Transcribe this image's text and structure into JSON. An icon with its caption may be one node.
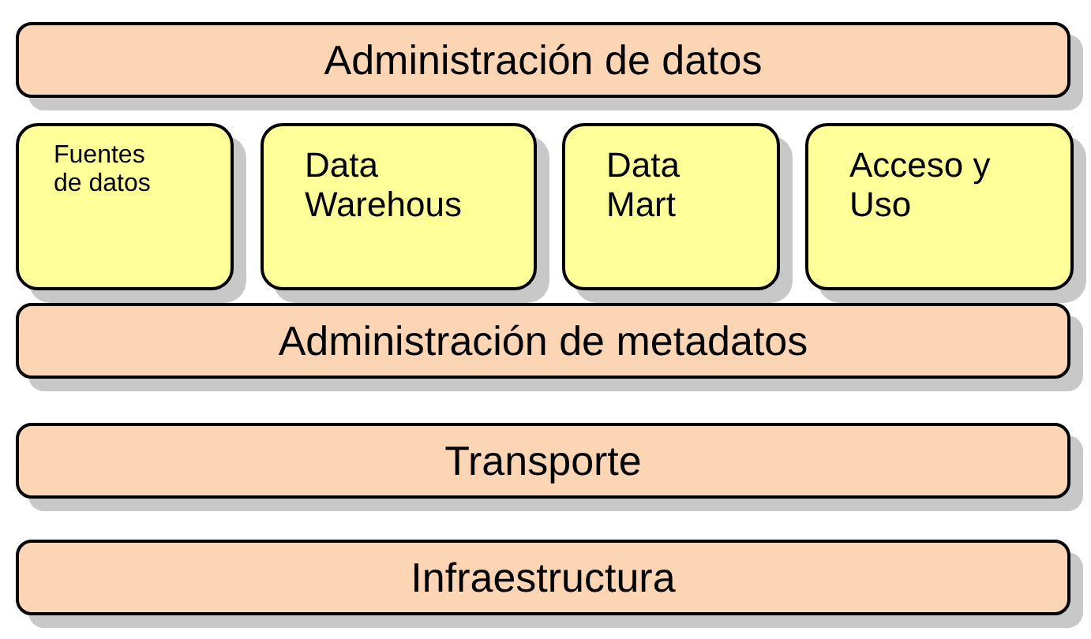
{
  "diagram": {
    "nodes": [
      {
        "text": [
          "Administración de datos"
        ]
      },
      {
        "text": [
          "Fuentes de datos"
        ]
      },
      {
        "text": [
          "Data Warehous"
        ]
      },
      {
        "text": [
          "Data Mart"
        ]
      },
      {
        "text": [
          "Acceso y Uso"
        ]
      },
      {
        "text": [
          "Administración de metadatos"
        ]
      },
      {
        "text": [
          "Transporte"
        ]
      },
      {
        "text": [
          "Infraestructura"
        ]
      }
    ]
  }
}
